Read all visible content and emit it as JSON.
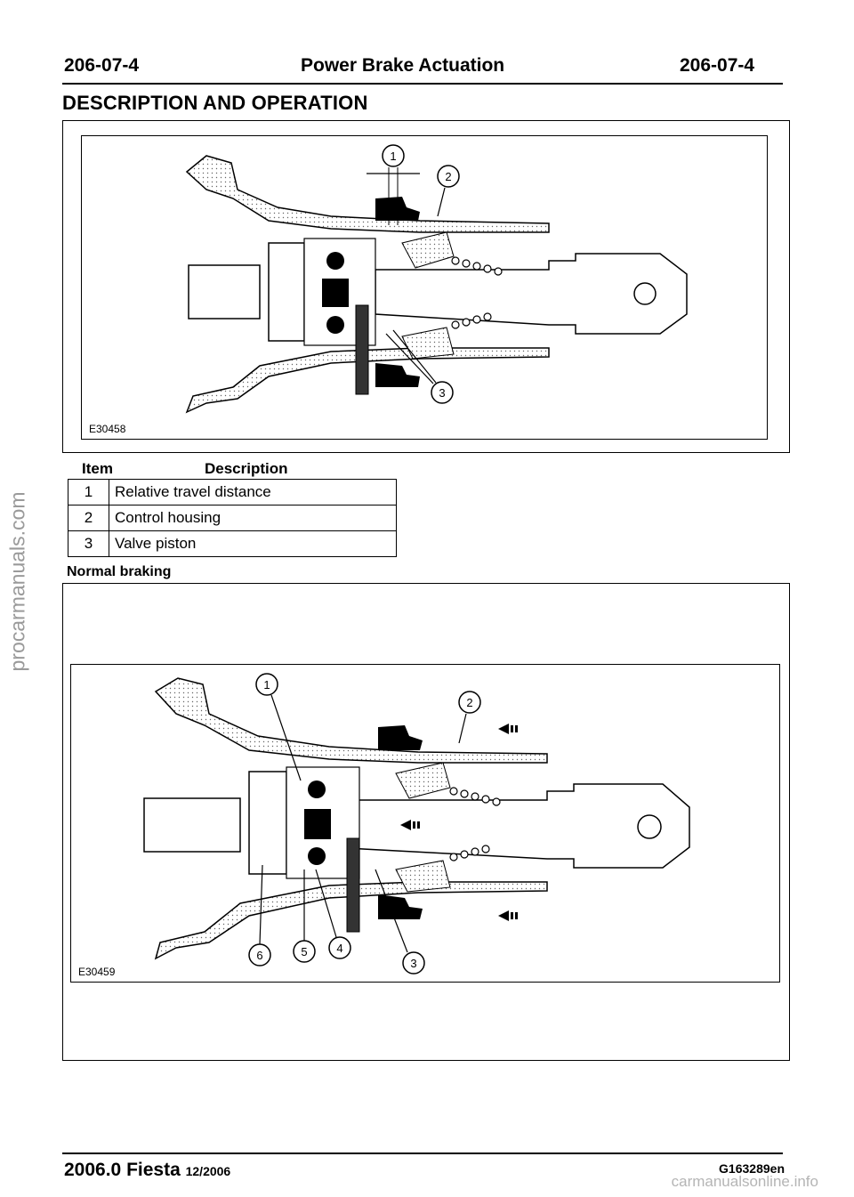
{
  "header": {
    "left": "206-07-4",
    "center": "Power Brake Actuation",
    "right": "206-07-4"
  },
  "section_title": "DESCRIPTION AND OPERATION",
  "figure1": {
    "code": "E30458",
    "callouts": [
      "1",
      "2",
      "3"
    ]
  },
  "table": {
    "headers": {
      "item": "Item",
      "description": "Description"
    },
    "rows": [
      {
        "item": "1",
        "description": "Relative travel distance"
      },
      {
        "item": "2",
        "description": "Control housing"
      },
      {
        "item": "3",
        "description": "Valve piston"
      }
    ]
  },
  "subheading": "Normal braking",
  "figure2": {
    "code": "E30459",
    "callouts": [
      "1",
      "2",
      "3",
      "4",
      "5",
      "6"
    ]
  },
  "footer": {
    "model": "2006.0 Fiesta",
    "date": "12/2006",
    "doc_code": "G163289en"
  },
  "watermark": "procarmanuals.com",
  "bottom_url": "carmanualsonline.info"
}
